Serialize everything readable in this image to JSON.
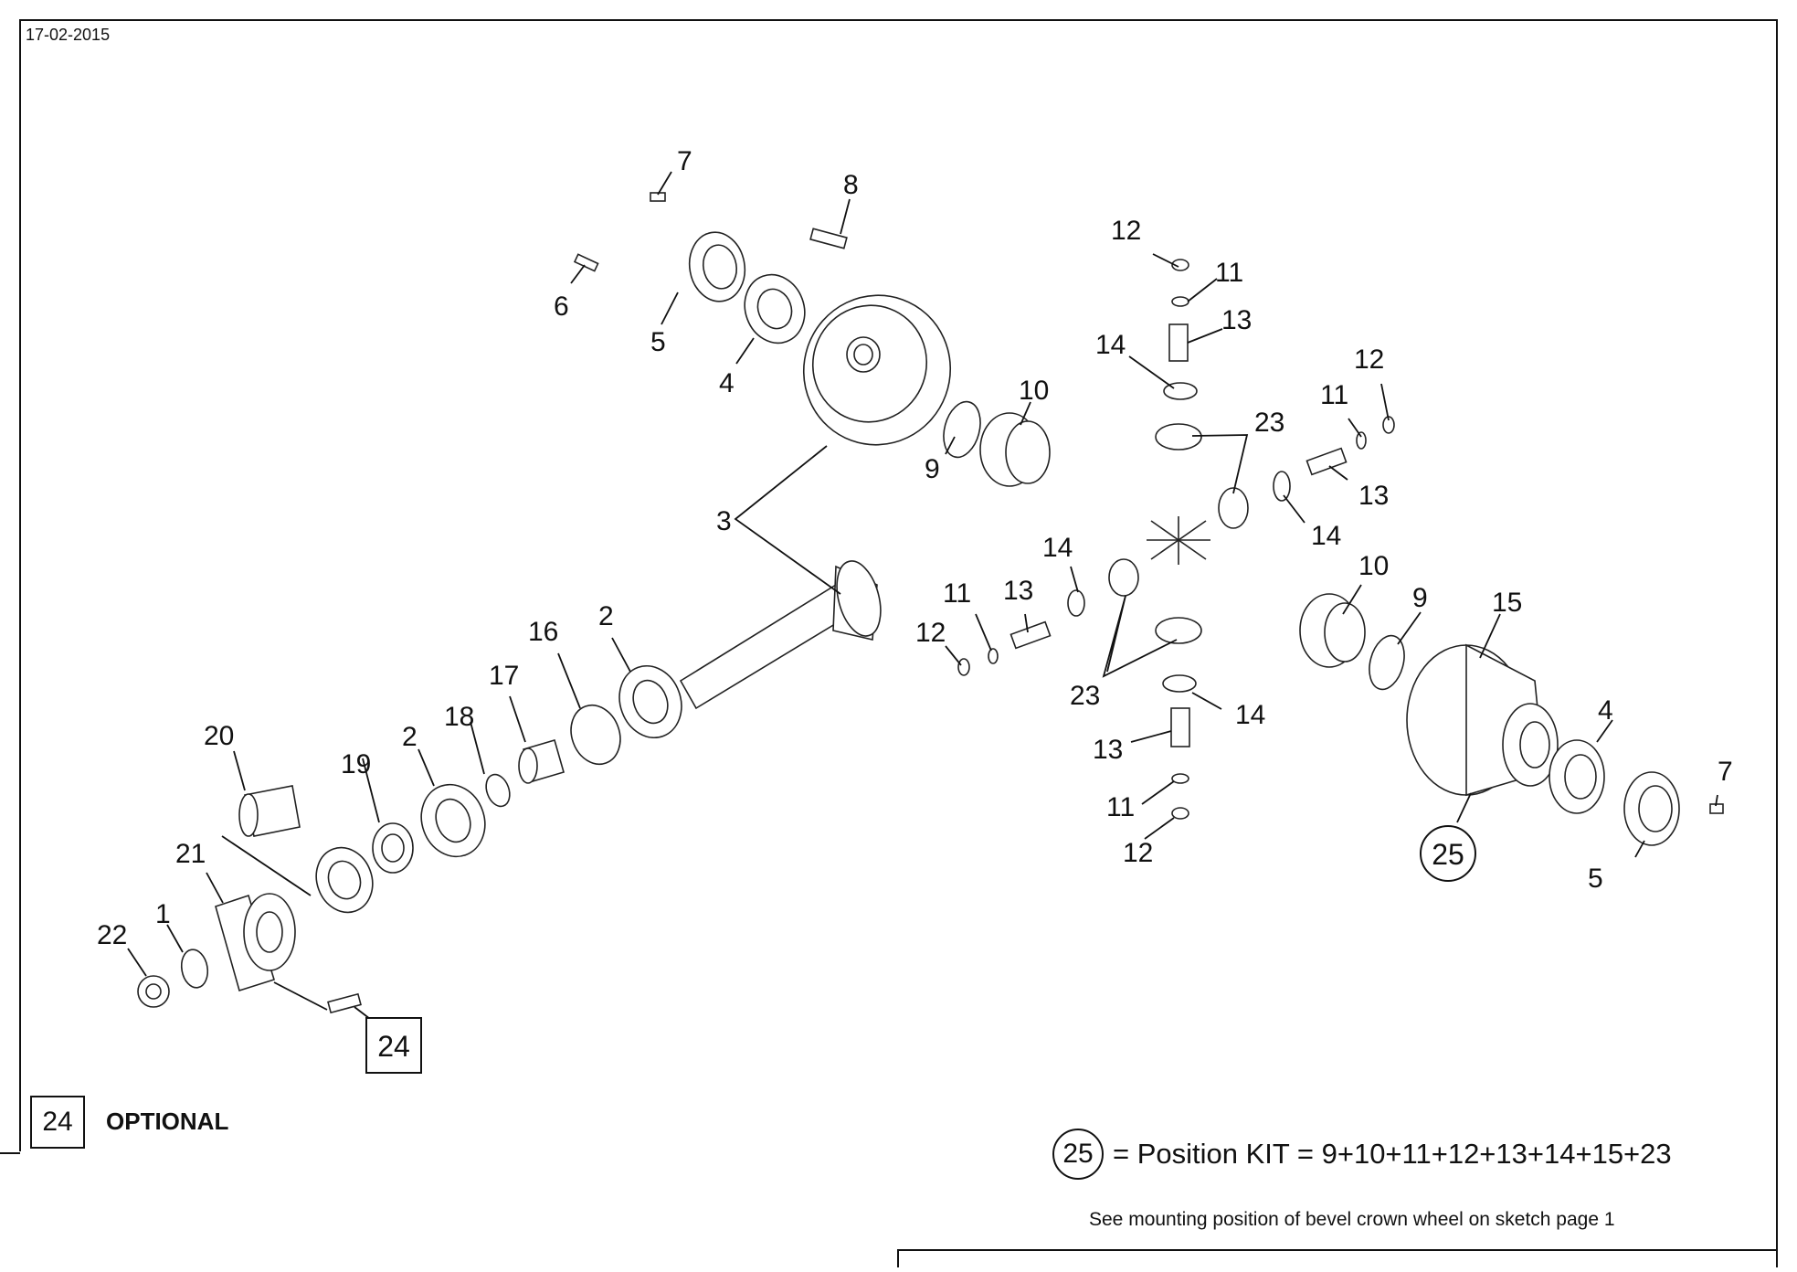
{
  "header": {
    "date": "17-02-2015"
  },
  "callouts": {
    "c1": "1",
    "c2a": "2",
    "c2b": "2",
    "c3": "3",
    "c4a": "4",
    "c4b": "4",
    "c5a": "5",
    "c5b": "5",
    "c6": "6",
    "c7a": "7",
    "c7b": "7",
    "c8": "8",
    "c9a": "9",
    "c9b": "9",
    "c10a": "10",
    "c10b": "10",
    "c11a": "11",
    "c11b": "11",
    "c11c": "11",
    "c11d": "11",
    "c12a": "12",
    "c12b": "12",
    "c12c": "12",
    "c12d": "12",
    "c13a": "13",
    "c13b": "13",
    "c13c": "13",
    "c13d": "13",
    "c14a": "14",
    "c14b": "14",
    "c14c": "14",
    "c14d": "14",
    "c15": "15",
    "c16": "16",
    "c17": "17",
    "c18": "18",
    "c19": "19",
    "c20": "20",
    "c21": "21",
    "c22": "22",
    "c23a": "23",
    "c23b": "23",
    "c24": "24",
    "c25": "25"
  },
  "legend": {
    "optional_number": "24",
    "optional_label": "OPTIONAL",
    "kit_number": "25",
    "kit_text": "= Position KIT = 9+10+11+12+13+14+15+23",
    "note": "See mounting position of bevel crown wheel on sketch page 1"
  }
}
